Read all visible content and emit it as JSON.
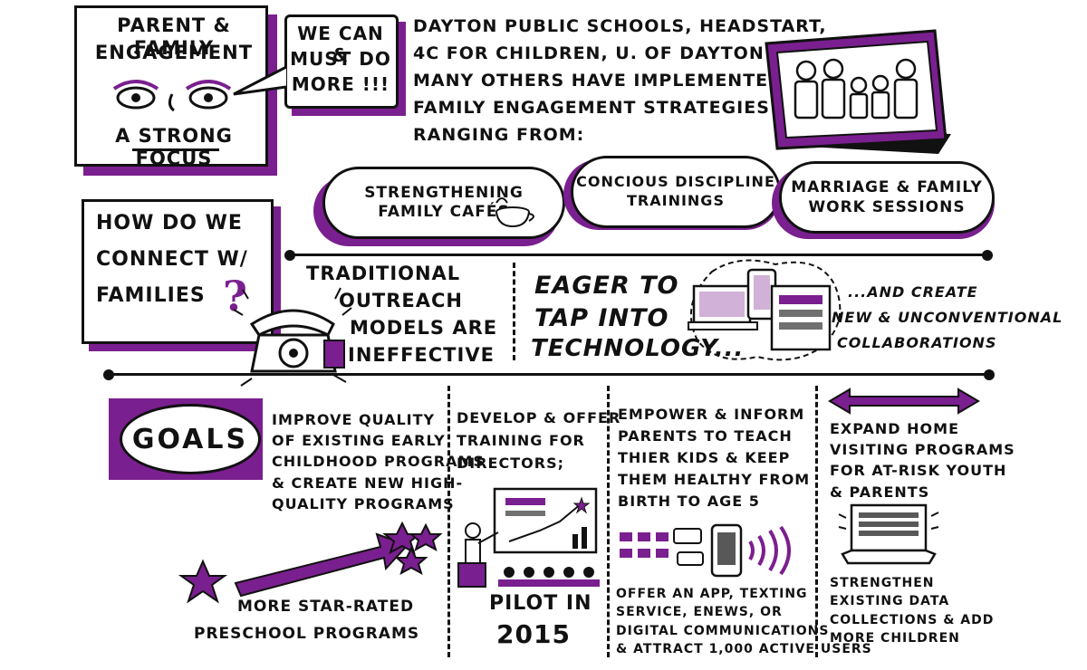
{
  "colors": {
    "accent": "#7a1f8f",
    "ink": "#111111",
    "paper": "#ffffff"
  },
  "title_box": {
    "line1": "Parent & Family",
    "line2": "Engagement",
    "line3": "A Strong Focus"
  },
  "speech_bubble": {
    "line1": "We can &",
    "line2": "must do",
    "line3": "more !!!"
  },
  "intro": {
    "lines": [
      "Dayton Public Schools, HeadStart,",
      "4C for Children, U. of Dayton &",
      "Many others have implemented",
      "Family Engagement Strategies",
      "ranging from:"
    ]
  },
  "strategies": [
    {
      "line1": "Strengthening",
      "line2": "Family Cafés"
    },
    {
      "line1": "Concious Discipline",
      "line2": "Trainings"
    },
    {
      "line1": "Marriage & Family",
      "line2": "Work Sessions"
    }
  ],
  "question_box": {
    "line1": "How do we",
    "line2": "connect w/",
    "line3": "families",
    "mark": "?"
  },
  "traditional": {
    "lines": [
      "Traditional",
      "Outreach",
      "Models are",
      "Ineffective"
    ]
  },
  "eager": {
    "lines": [
      "Eager to",
      "tap into",
      "technology..."
    ]
  },
  "create": {
    "lines": [
      "...and create",
      "new & unconventional",
      "collaborations"
    ]
  },
  "goals": {
    "label": "GOALS",
    "goal1": {
      "lines": [
        "Improve quality",
        "of existing early",
        "childhood programs",
        "& create new high-",
        "quality programs"
      ]
    },
    "star_rated": {
      "line1": "More Star-Rated",
      "line2": "Preschool Programs"
    },
    "goal2": {
      "lines": [
        "Develop & offer",
        "training for",
        "directors;"
      ]
    },
    "pilot": {
      "line1": "Pilot in",
      "line2": "2015"
    },
    "goal3": {
      "lines": [
        "Empower & inform",
        "parents to teach",
        "thier kids & keep",
        "them healthy from",
        "birth to age 5"
      ]
    },
    "offer": {
      "lines": [
        "Offer an app, texting",
        "service, eNews, or",
        "digital communications",
        "& attract 1,000 active users"
      ]
    },
    "goal4": {
      "lines": [
        "Expand home",
        "visiting programs",
        "for at-risk youth",
        "& parents"
      ]
    },
    "strengthen": {
      "lines": [
        "Strengthen",
        "existing data",
        "collections & add",
        "more children"
      ]
    }
  },
  "icons": {
    "eyes": "eyes-icon",
    "family": "family-portrait-icon",
    "coffee": "coffee-cup-icon",
    "phone": "rotary-phone-icon",
    "devices": "devices-icon",
    "star": "star-icon",
    "presenter": "presenter-icon",
    "chat": "chat-bubbles-icon",
    "smartphone": "smartphone-icon",
    "laptop": "laptop-icon",
    "arrow": "double-arrow-icon"
  }
}
